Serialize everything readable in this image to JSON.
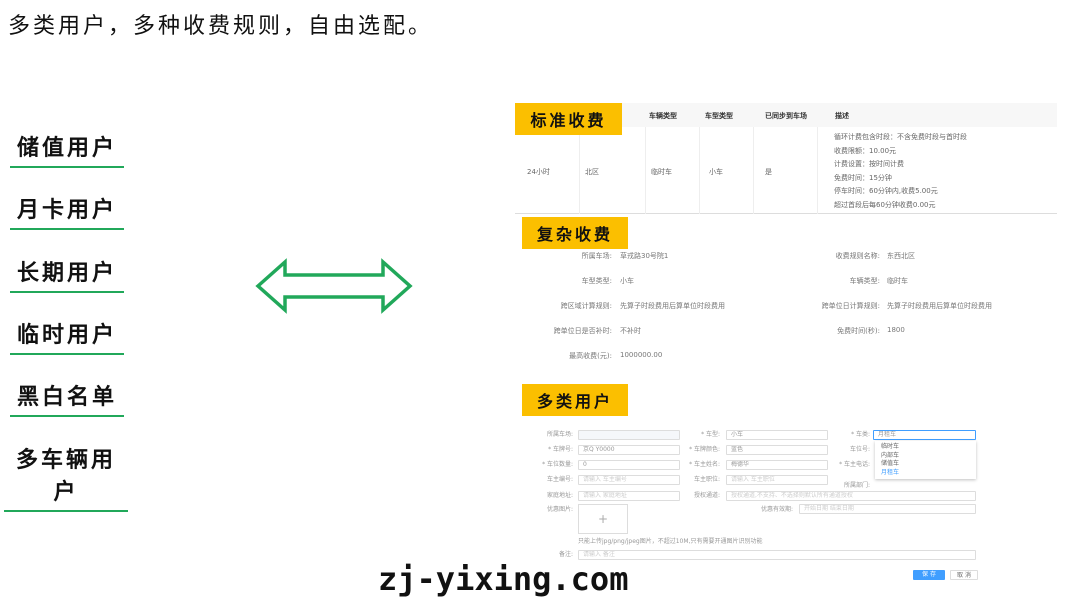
{
  "headline": "多类用户，多种收费规则，自由选配。",
  "user_types": [
    "储值用户",
    "月卡用户",
    "长期用户",
    "临时用户",
    "黑白名单",
    "多车辆用户"
  ],
  "accent_colors": {
    "tag": "#fbbf00",
    "underline": "#21a85a",
    "arrow": "#21a85a",
    "primary": "#409eff"
  },
  "arrow_icon": "double-arrow",
  "standard": {
    "tag": "标准收费",
    "headers": [
      "车辆类型",
      "车型类型",
      "已同步到车场",
      "描述"
    ],
    "row": {
      "c0": "24小时",
      "c1": "北区",
      "c2": "临时车",
      "c3": "小车",
      "c4": "是",
      "desc": [
        "循环计费包含时段：不含免费时段与首时段",
        "收费限额：10.00元",
        "计费设置：按时间计费",
        "免费时间：15分钟",
        "停车时间：60分钟内,收费5.00元",
        "超过首段后每60分钟收费0.00元"
      ]
    }
  },
  "complex": {
    "tag": "复杂收费",
    "left": [
      {
        "k": "所属车场:",
        "v": "草戎路30号院1"
      },
      {
        "k": "车型类型:",
        "v": "小车"
      },
      {
        "k": "跨区域计算规则:",
        "v": "先算子时段费用后算单位时段费用"
      },
      {
        "k": "跨单位日是否补时:",
        "v": "不补时"
      },
      {
        "k": "最高收费(元):",
        "v": "1000000.00"
      }
    ],
    "right": [
      {
        "k": "收费规则名称:",
        "v": "东西北区"
      },
      {
        "k": "车辆类型:",
        "v": "临时车"
      },
      {
        "k": "跨单位日计算规则:",
        "v": "先算子时段费用后算单位时段费用"
      },
      {
        "k": "免费时间(秒):",
        "v": "1800"
      }
    ]
  },
  "multi": {
    "tag": "多类用户",
    "fields": {
      "parking": "所属车场:",
      "model": "* 车型:",
      "model_val": "小车",
      "cls": "* 车类:",
      "cls_val": "月租车",
      "plate": "* 车牌号:",
      "plate_val": "京Q Y0000",
      "color": "* 车牌颜色:",
      "color_val": "蓝色",
      "spot": "车位号:",
      "count": "* 车位数量:",
      "count_val": "0",
      "owner": "* 车主姓名:",
      "owner_val": "梅德华",
      "phone": "* 车主电话:",
      "ownerno": "车主编号:",
      "ownerno_ph": "请输入 车主编号",
      "job": "车主职位:",
      "job_ph": "请输入 车主职位",
      "dept": "所属部门:",
      "addr": "家庭地址:",
      "addr_ph": "请输入 家庭地址",
      "channel": "授权通道:",
      "channel_ph": "授权通道,不支持、不选择则默认所有通道授权",
      "photo": "优惠图片:",
      "expiry": "优惠有效期:",
      "expiry_ph": "开始日期 结束日期",
      "hint": "只能上传jpg/png/jpeg图片，不超过10M,只有需要开通图片识别功能",
      "remark": "备注:",
      "remark_ph": "请输入 备注"
    },
    "dropdown": [
      "临时车",
      "内部车",
      "储值车",
      "月租车"
    ],
    "dropdown_selected": "月租车",
    "save": "保 存",
    "cancel": "取 消"
  },
  "watermark": "zj-yixing.com"
}
